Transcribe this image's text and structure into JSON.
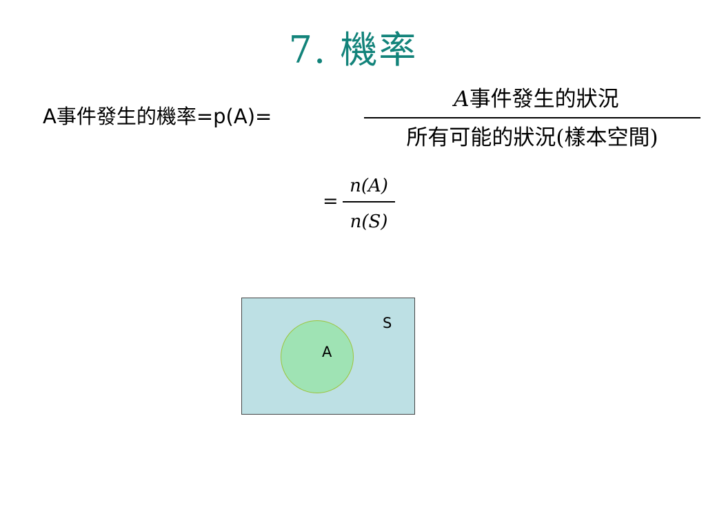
{
  "title": "7. 機率",
  "definition": {
    "lhs": "A事件發生的機率=p(A)=",
    "numerator_var": "A",
    "numerator_text": "事件發生的狀況",
    "denominator_text": "所有可能的狀況(樣本空間)"
  },
  "formula": {
    "equals": "=",
    "numerator": "n(A)",
    "denominator": "n(S)"
  },
  "venn": {
    "sample_space_label": "S",
    "event_label": "A",
    "colors": {
      "sample_space_fill": "#bde0e4",
      "event_fill": "#9fe3b4",
      "event_border": "#9cc43a",
      "title": "#12837a"
    }
  }
}
